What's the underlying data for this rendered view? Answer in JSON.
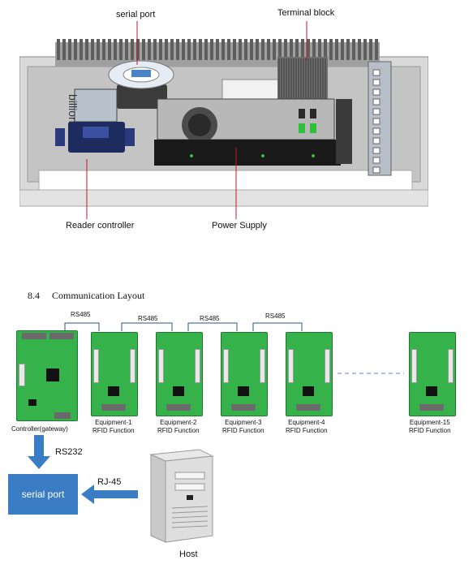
{
  "top_figure": {
    "labels": {
      "serial_port": "serial port",
      "terminal_block": "Terminal block",
      "reader_controller": "Reader controller",
      "power_supply": "Power Supply"
    },
    "brand_text": "billion",
    "colors": {
      "label_line": "#c0182d"
    }
  },
  "section": {
    "number": "8.4",
    "title": "Communication Layout"
  },
  "layout": {
    "bus_labels": [
      "RS485",
      "RS485",
      "RS485",
      "RS485"
    ],
    "controller_caption": "Controller(gateway)",
    "equipment": [
      {
        "name": "Equipment-1",
        "function": "RFID Function"
      },
      {
        "name": "Equipment-2",
        "function": "RFID Function"
      },
      {
        "name": "Equipment-3",
        "function": "RFID Function"
      },
      {
        "name": "Equipment-4",
        "function": "RFID Function"
      },
      {
        "name": "Equipment-15",
        "function": "RFID Function"
      }
    ],
    "rs232_label": "RS232",
    "serial_port_box": "serial port",
    "rj45_label": "RJ-45",
    "host_label": "Host",
    "colors": {
      "arrow": "#3b7dc4",
      "bus_line": "#2f4f8f",
      "dash": "#5b7fd6"
    }
  }
}
